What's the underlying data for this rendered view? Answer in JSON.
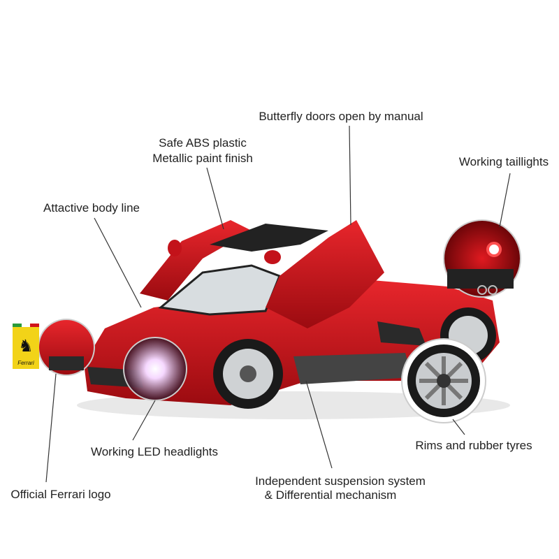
{
  "colors": {
    "car_red": "#d0141b",
    "dark_red": "#8e0a0e",
    "logo_yellow": "#f2d318",
    "text": "#222222"
  },
  "logo": {
    "brand_text": "Ferrari",
    "icon": "prancing-horse-icon"
  },
  "callouts": {
    "doors": "Butterfly doors open by manual",
    "plastic_line1": "Safe ABS plastic",
    "plastic_line2": "Metallic paint finish",
    "taillights": "Working taillights",
    "body_line": "Attactive body line",
    "headlights": "Working LED headlights",
    "logo": "Official Ferrari logo",
    "suspension_line1": "Independent suspension system",
    "suspension_line2": "& Differential mechanism",
    "rims": "Rims and rubber tyres"
  }
}
